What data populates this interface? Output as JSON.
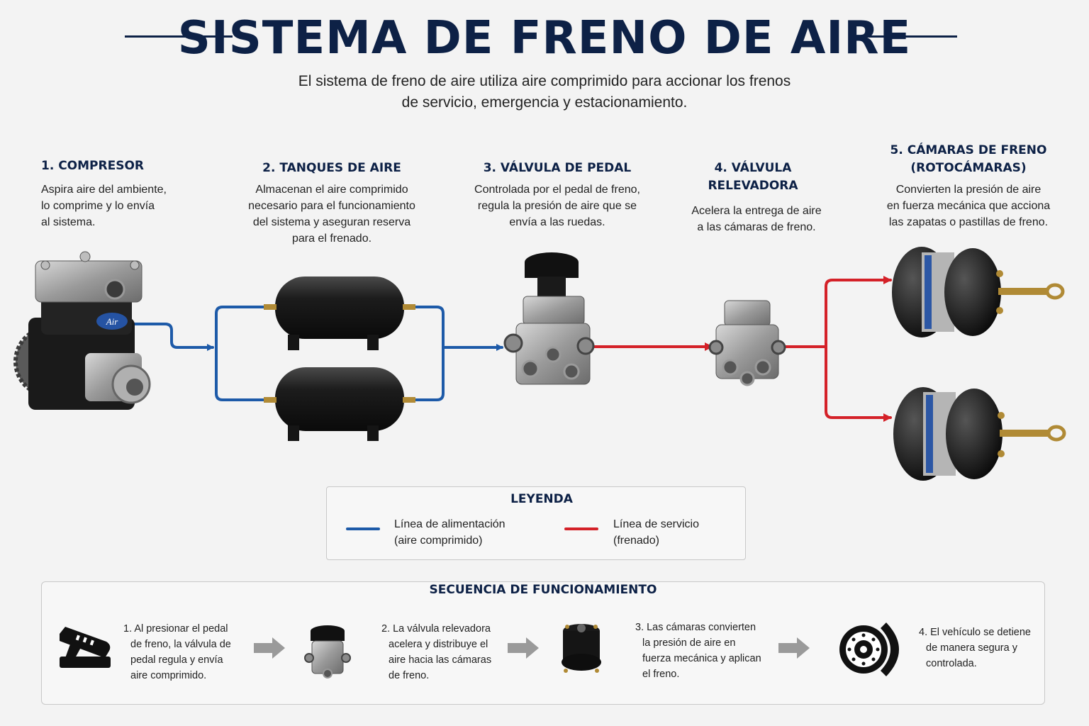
{
  "header": {
    "title": "SISTEMA DE FRENO DE AIRE",
    "subtitle_line1": "El sistema de freno de aire utiliza aire comprimido para accionar los frenos",
    "subtitle_line2": "de servicio, emergencia y estacionamiento."
  },
  "components": [
    {
      "title": "1. COMPRESOR",
      "desc": [
        "Aspira aire del ambiente,",
        "lo comprime y lo envía",
        "al sistema."
      ]
    },
    {
      "title": "2. TANQUES DE AIRE",
      "desc": [
        "Almacenan el aire comprimido",
        "necesario para el funcionamiento",
        "del sistema y aseguran reserva",
        "para el frenado."
      ]
    },
    {
      "title": "3. VÁLVULA DE PEDAL",
      "desc": [
        "Controlada por el pedal de freno,",
        "regula la presión de aire que se",
        "envía a las ruedas."
      ]
    },
    {
      "title_lines": [
        "4. VÁLVULA",
        "RELEVADORA"
      ],
      "desc": [
        "Acelera la entrega de aire",
        "a las cámaras de freno."
      ]
    },
    {
      "title_lines": [
        "5. CÁMARAS DE FRENO",
        "(ROTOCÁMARAS)"
      ],
      "desc": [
        "Convierten la presión de aire",
        "en fuerza mecánica que acciona",
        "las zapatas o pastillas de freno."
      ]
    }
  ],
  "compressor_brand": "Air",
  "legend": {
    "title": "LEYENDA",
    "items": [
      {
        "color": "#1d5aa8",
        "lines": [
          "Línea de alimentación",
          "(aire comprimido)"
        ]
      },
      {
        "color": "#d42128",
        "lines": [
          "Línea de servicio",
          "(frenado)"
        ]
      }
    ]
  },
  "sequence": {
    "title": "SECUENCIA DE FUNCIONAMIENTO",
    "steps": [
      {
        "icon": "brake-pedal-icon",
        "lines": [
          "1. Al presionar el pedal",
          "de freno, la válvula de",
          "pedal regula y envía",
          "aire comprimido."
        ]
      },
      {
        "icon": "relay-valve-icon",
        "lines": [
          "2. La válvula relevadora",
          "acelera y distribuye el",
          "aire hacia las cámaras",
          "de freno."
        ]
      },
      {
        "icon": "brake-chamber-icon",
        "lines": [
          "3. Las cámaras convierten",
          "la presión de aire en",
          "fuerza mecánica y aplican",
          "el freno."
        ]
      },
      {
        "icon": "brake-disc-icon",
        "lines": [
          "4. El vehículo se detiene",
          "de manera segura y",
          "controlada."
        ]
      }
    ]
  },
  "colors": {
    "feed_line": "#1d5aa8",
    "service_line": "#d42128",
    "heading": "#0d2146"
  }
}
